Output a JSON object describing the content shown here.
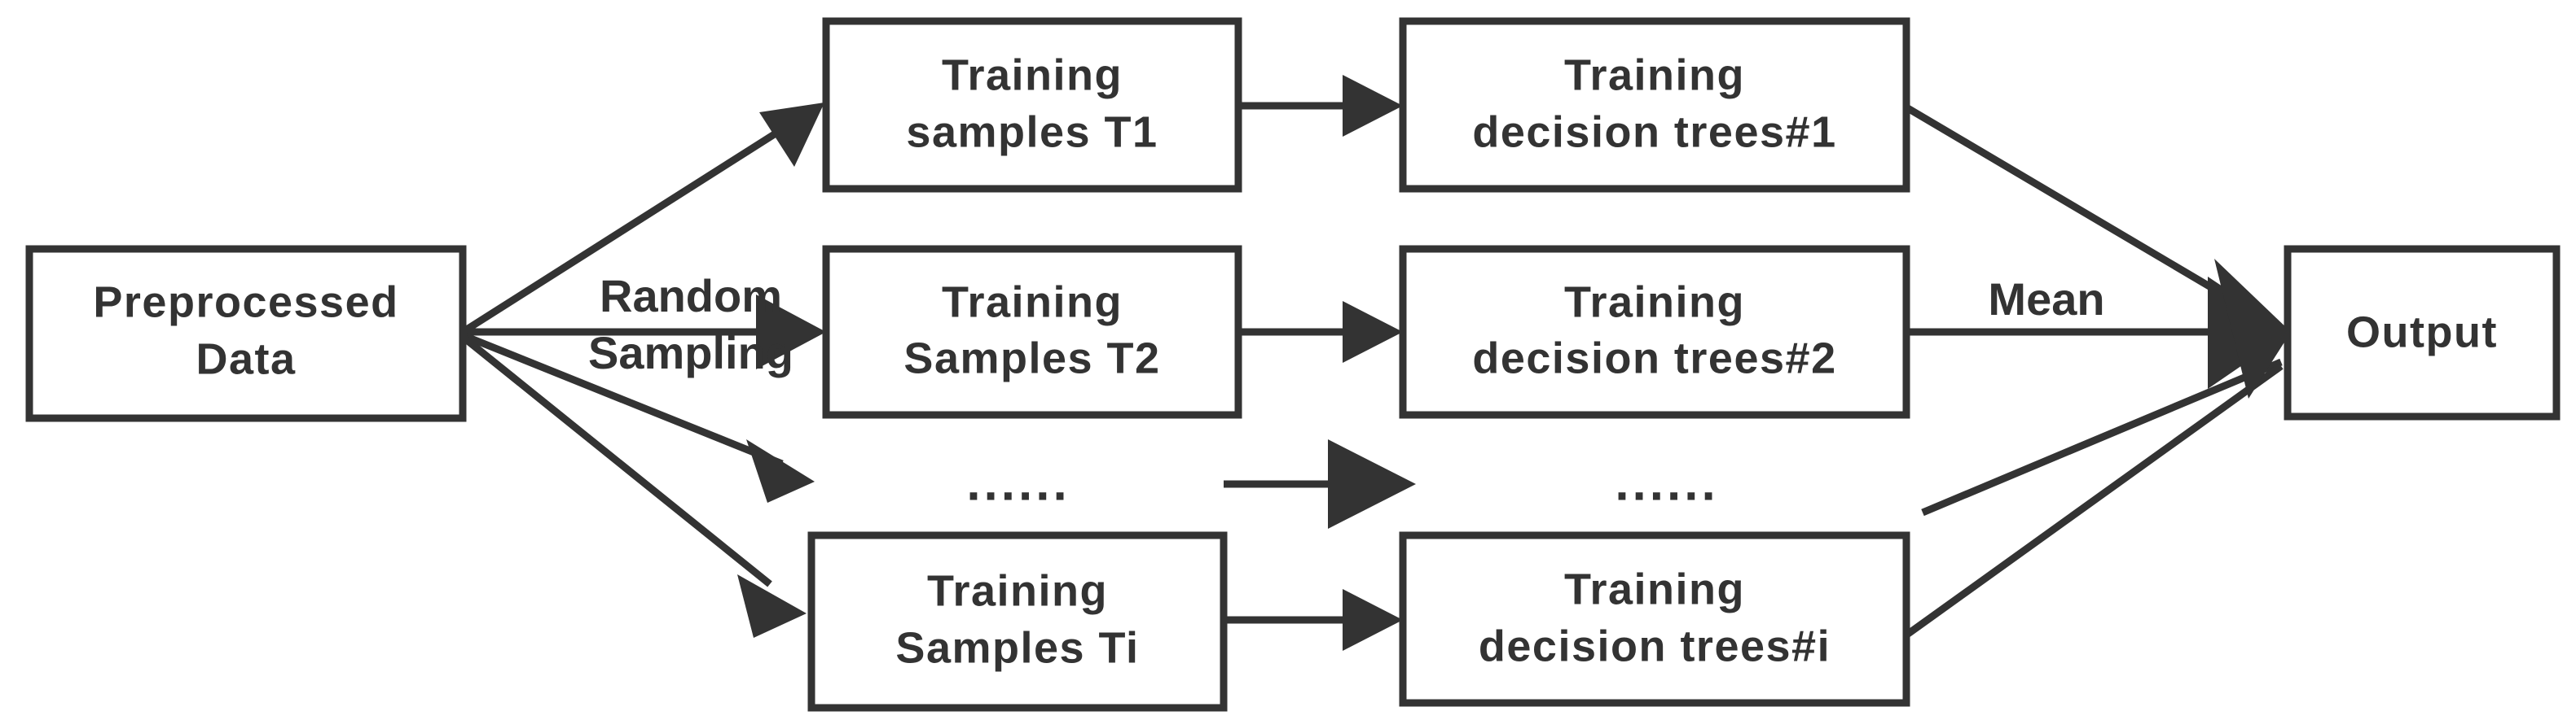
{
  "diagram": {
    "title": "Random Forest Training Flowchart",
    "colors": {
      "stroke": "#333333",
      "fill": "#ffffff",
      "background": "#ffffff"
    },
    "nodes": {
      "preprocessed_data": {
        "line1": "Preprocessed",
        "line2": "Data"
      },
      "samples_t1": {
        "line1": "Training",
        "line2": "samples T1"
      },
      "samples_t2": {
        "line1": "Training",
        "line2": "Samples T2"
      },
      "samples_ti": {
        "line1": "Training",
        "line2": "Samples Ti"
      },
      "trees_1": {
        "line1": "Training",
        "line2": "decision trees#1"
      },
      "trees_2": {
        "line1": "Training",
        "line2": "decision trees#2"
      },
      "trees_i": {
        "line1": "Training",
        "line2": "decision trees#i"
      },
      "output": {
        "line1": "Output"
      }
    },
    "edge_labels": {
      "random_sampling_line1": "Random",
      "random_sampling_line2": "Sampling",
      "mean": "Mean"
    },
    "ellipsis": {
      "samples_column": "......",
      "trees_column": "......"
    }
  }
}
